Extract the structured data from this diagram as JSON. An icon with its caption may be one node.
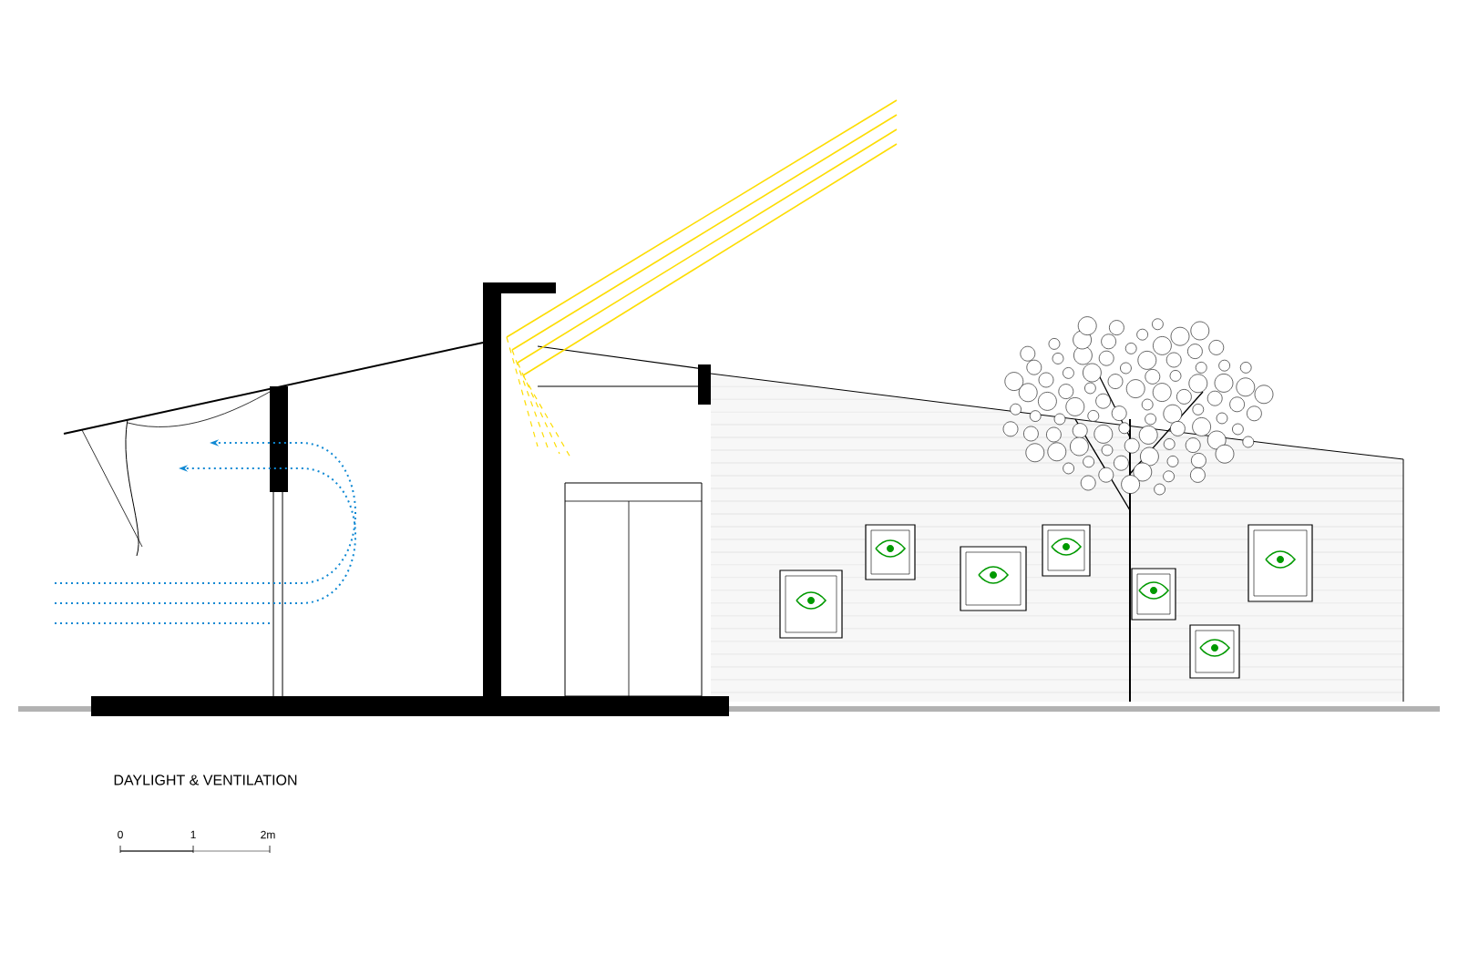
{
  "diagram": {
    "title": "DAYLIGHT & VENTILATION",
    "labels": [
      "0",
      "1",
      "2m"
    ]
  }
}
